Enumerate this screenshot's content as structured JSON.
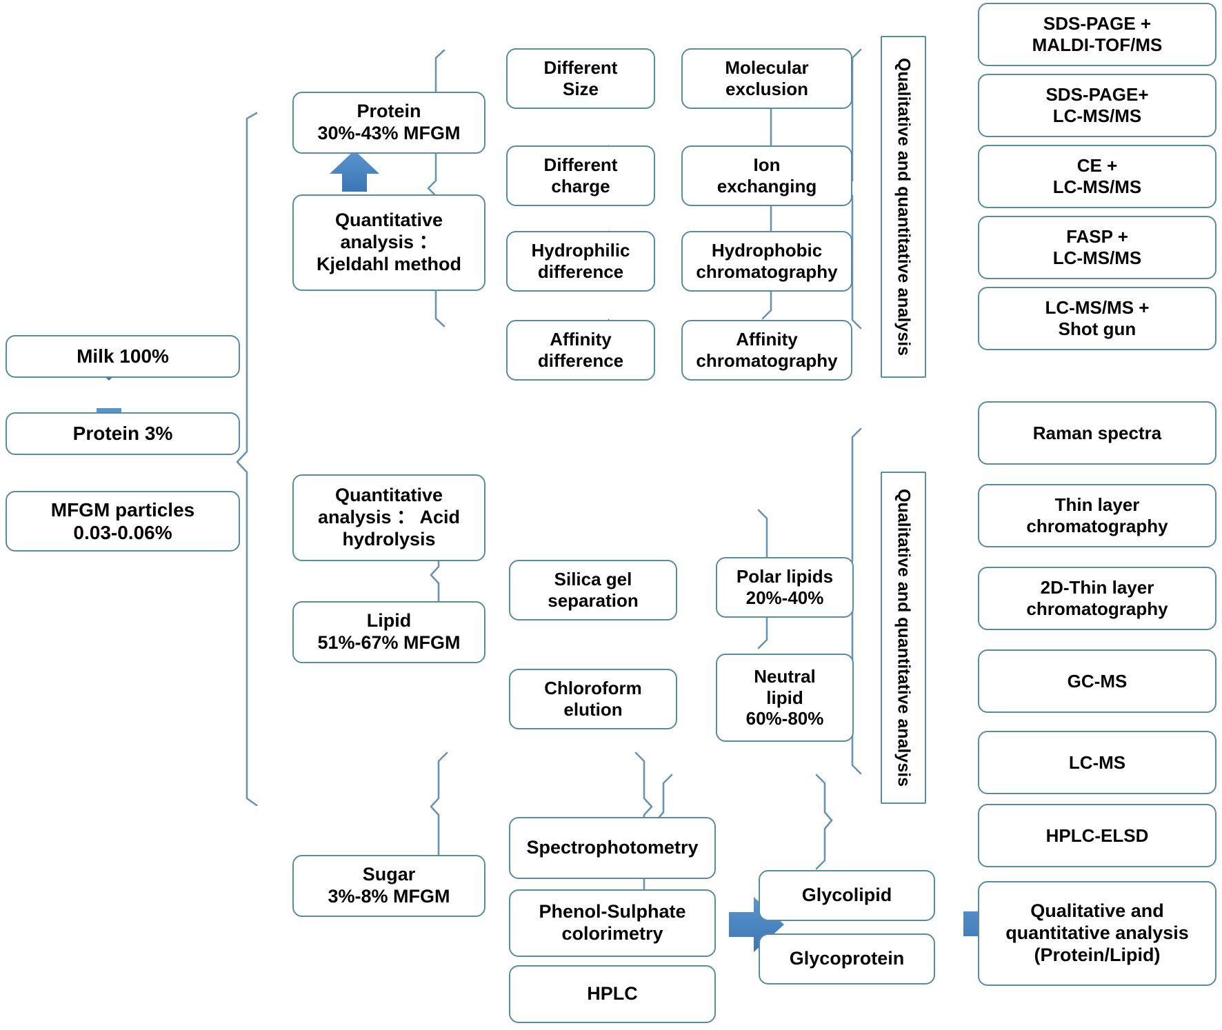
{
  "diagram": {
    "title": "MFGM protein, lipid and sugar analysis workflow",
    "colors": {
      "box_border": "#5b8a9c",
      "arrow_fill": "#4a87c4",
      "bracket_stroke": "#6b93ae",
      "text": "#050505",
      "background": "#ffffff"
    }
  },
  "source_chain": {
    "items": [
      {
        "label": "Milk  100%"
      },
      {
        "label": "Protein 3%"
      },
      {
        "label": "MFGM particles\n0.03-0.06%"
      }
    ],
    "arrows": [
      "down-arrow",
      "down-arrow"
    ]
  },
  "protein_branch": {
    "component": "Protein\n30%-43% MFGM",
    "quantitative": "Quantitative\nanalysis ：\nKjeldahl method",
    "separations": [
      {
        "principle": "Different\nSize",
        "method": "Molecular\nexclusion"
      },
      {
        "principle": "Different\ncharge",
        "method": "Ion\nexchanging"
      },
      {
        "principle": "Hydrophilic\ndifference",
        "method": "Hydrophobic\nchromatography"
      },
      {
        "principle": "Affinity\ndifference",
        "method": "Affinity\nchromatography"
      }
    ],
    "analysis_label": "Qualitative and quantitative analysis",
    "techniques": [
      "SDS-PAGE +\nMALDI-TOF/MS",
      "SDS-PAGE+\nLC-MS/MS",
      "CE +\nLC-MS/MS",
      "FASP +\nLC-MS/MS",
      "LC-MS/MS +\nShot gun"
    ]
  },
  "lipid_branch": {
    "component": "Lipid\n51%-67% MFGM",
    "quantitative": "Quantitative\nanalysis ：  Acid\nhydrolysis",
    "separations": [
      {
        "principle": "Silica gel\nseparation",
        "method": "Polar lipids\n20%-40%"
      },
      {
        "principle": "Chloroform\nelution",
        "method": "Neutral\nlipid\n60%-80%"
      }
    ],
    "analysis_label": "Qualitative and quantitative analysis",
    "techniques": [
      "Raman spectra",
      "Thin layer\nchromatography",
      "2D-Thin layer\nchromatography",
      "GC-MS",
      "LC-MS",
      "HPLC-ELSD"
    ]
  },
  "sugar_branch": {
    "component": "Sugar\n3%-8% MFGM",
    "methods": [
      "Spectrophotometry",
      "Phenol-Sulphate\ncolorimetry",
      "HPLC"
    ],
    "products": [
      "Glycolipid",
      "Glycoprotein"
    ],
    "result": "Qualitative and\nquantitative analysis\n(Protein/Lipid)"
  },
  "icons": {
    "down_arrow": "down-arrow-icon",
    "up_arrow": "up-arrow-icon",
    "right_arrow": "right-arrow-icon"
  }
}
